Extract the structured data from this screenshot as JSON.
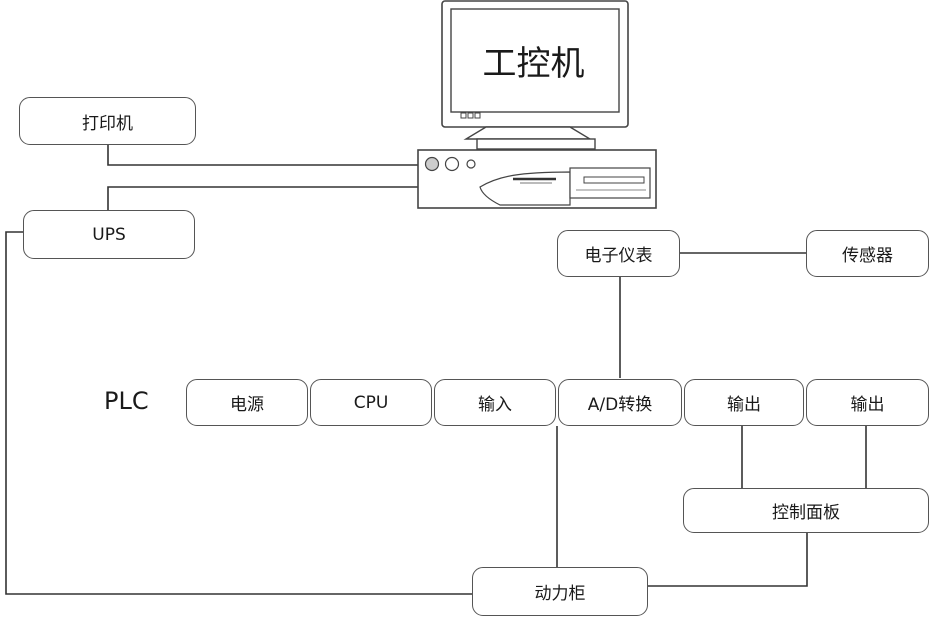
{
  "computer": {
    "label": "工控机"
  },
  "nodes": {
    "printer": "打印机",
    "ups": "UPS",
    "instrument": "电子仪表",
    "sensor": "传感器",
    "control_panel": "控制面板",
    "power_cabinet": "动力柜"
  },
  "plc": {
    "label": "PLC",
    "modules": [
      "电源",
      "CPU",
      "输入",
      "A/D转换",
      "输出",
      "输出"
    ]
  }
}
